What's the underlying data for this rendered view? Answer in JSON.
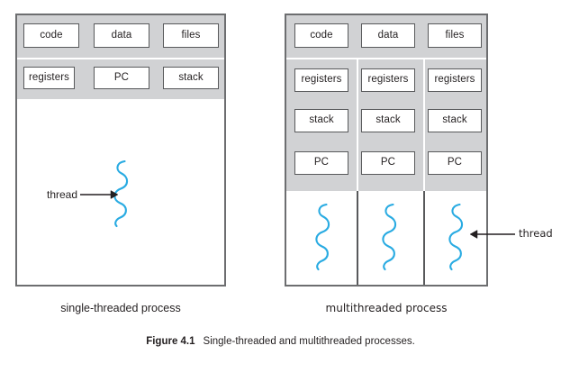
{
  "figure": {
    "number_label": "Figure 4.1",
    "caption_text": "Single-threaded and multithreaded processes."
  },
  "colors": {
    "band_gray": "#d1d2d4",
    "panel_border": "#6d6e70",
    "cell_border": "#58595b",
    "thread_blue": "#29abe2",
    "text": "#231f20",
    "page_background": "#ffffff"
  },
  "single_threaded": {
    "caption": "single-threaded process",
    "shared_row": [
      {
        "label": "code"
      },
      {
        "label": "data"
      },
      {
        "label": "files"
      }
    ],
    "per_thread_row": [
      {
        "label": "registers"
      },
      {
        "label": "PC"
      },
      {
        "label": "stack"
      }
    ],
    "thread_annotation": {
      "label": "thread",
      "arrow_direction": "right"
    },
    "thread_count": 1
  },
  "multithreaded": {
    "caption": "multithreaded process",
    "shared_row": [
      {
        "label": "code"
      },
      {
        "label": "data"
      },
      {
        "label": "files"
      }
    ],
    "columns": [
      {
        "cells": [
          "registers",
          "stack",
          "PC"
        ]
      },
      {
        "cells": [
          "registers",
          "stack",
          "PC"
        ]
      },
      {
        "cells": [
          "registers",
          "stack",
          "PC"
        ]
      }
    ],
    "thread_annotation": {
      "label": "thread",
      "arrow_direction": "left"
    },
    "thread_count": 3
  }
}
